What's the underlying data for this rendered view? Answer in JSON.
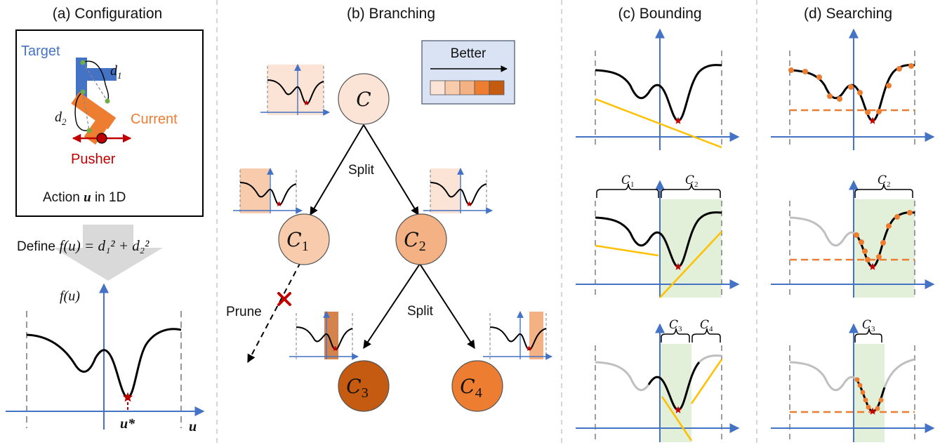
{
  "panels": {
    "a": "(a) Configuration",
    "b": "(b) Branching",
    "c": "(c) Bounding",
    "d": "(d) Searching"
  },
  "config": {
    "target": "Target",
    "current": "Current",
    "pusher": "Pusher",
    "d1": "d",
    "d1_sub": "1",
    "d2": "d",
    "d2_sub": "2",
    "action_prefix": "Action",
    "action_var": "u",
    "action_suffix": "in 1D",
    "define_prefix": "Define",
    "define_formula": "f(u) = d₁² + d₂²"
  },
  "plot_a": {
    "ylabel": "f(u)",
    "xlabel": "u",
    "opt_label": "u*"
  },
  "branching": {
    "legend_title": "Better",
    "legend_colors": [
      "#fbe4d6",
      "#f8cbad",
      "#f4b183",
      "#ed7d31",
      "#c55a11"
    ],
    "nodes": [
      {
        "glyph": "C",
        "sub": "",
        "color": "#fbe4d6"
      },
      {
        "glyph": "C",
        "sub": "1",
        "color": "#f8cbad"
      },
      {
        "glyph": "C",
        "sub": "2",
        "color": "#f4b183"
      },
      {
        "glyph": "C",
        "sub": "3",
        "color": "#c55a11"
      },
      {
        "glyph": "C",
        "sub": "4",
        "color": "#ed7d31"
      }
    ],
    "split1": "Split",
    "split2": "Split",
    "prune": "Prune"
  },
  "bounding": {
    "c1": "C",
    "c1_sub": "1",
    "c2": "C",
    "c2_sub": "2",
    "c3": "C",
    "c3_sub": "3",
    "c4": "C",
    "c4_sub": "4"
  },
  "searching": {
    "c2": "C",
    "c2_sub": "2",
    "c3": "C",
    "c3_sub": "3"
  },
  "colors": {
    "axis": "#4472c4",
    "curve": "#000000",
    "faded": "#bfbfbf",
    "bound": "#ffc000",
    "star": "#c00000",
    "dot": "#ed7d31",
    "region": "#e2efd9",
    "target": "#4472c4",
    "current": "#ed7d31",
    "pusher": "#c00000"
  }
}
